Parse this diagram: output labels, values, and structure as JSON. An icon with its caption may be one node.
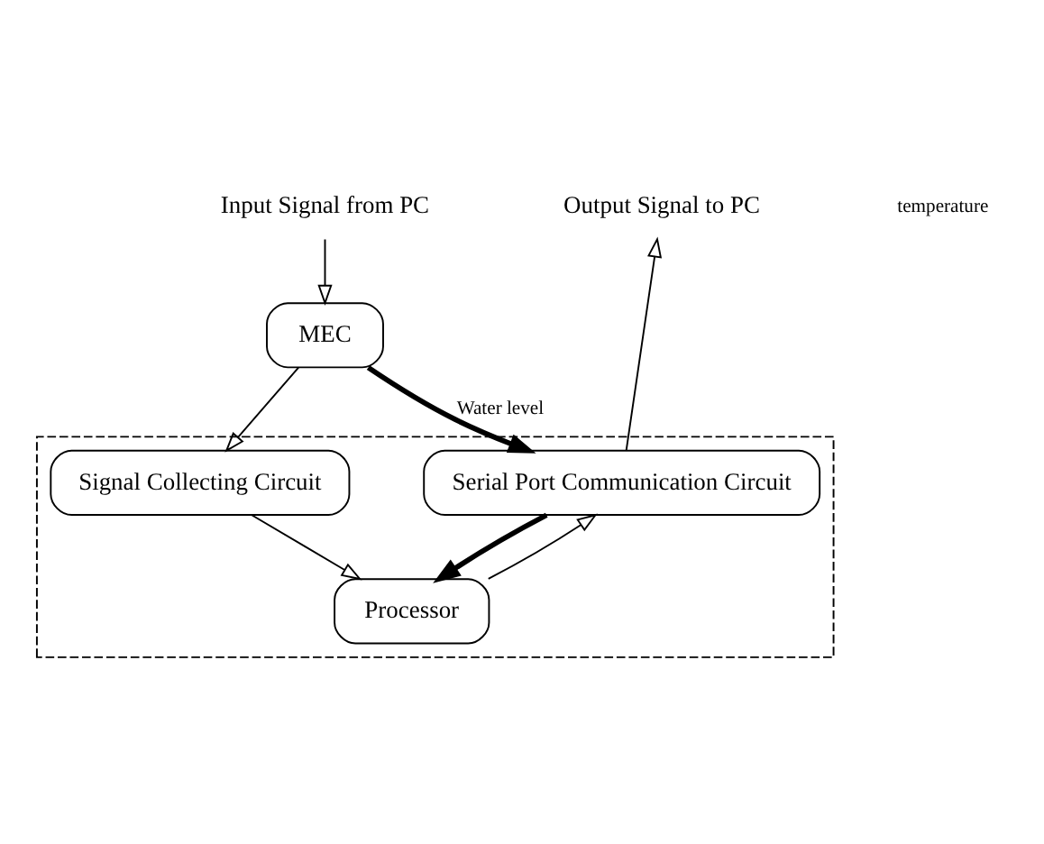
{
  "diagram": {
    "nodes": [
      {
        "text": [
          "Input Signal from PC"
        ]
      },
      {
        "text": [
          "Output Signal to PC"
        ]
      },
      {
        "text": [
          "MEC"
        ]
      },
      {
        "text": [],
        "shape": "box"
      },
      {
        "text": [
          "Signal Collecting Circuit"
        ],
        "in": 3
      },
      {
        "text": [
          "Serial Port Communication Circuit"
        ],
        "in": 3
      },
      {
        "text": [
          "Processor"
        ],
        "in": 3
      }
    ],
    "edges": [
      {
        "from": 0,
        "to": 2,
        "arrow": "to"
      },
      {
        "from": 2,
        "to": 4,
        "arrow": "to"
      },
      {
        "from": 2,
        "to": 5,
        "arrow": "to",
        "label": "Water level",
        "style": "thick"
      },
      {
        "from": 4,
        "to": 6,
        "arrow": "to"
      },
      {
        "from": 6,
        "to": 5,
        "arrow": "to"
      },
      {
        "from": 5,
        "to": 6,
        "arrow": "to",
        "style": "thick"
      },
      {
        "from": 5,
        "to": 1,
        "arrow": "to"
      }
    ],
    "labels": [
      "temperature"
    ]
  }
}
